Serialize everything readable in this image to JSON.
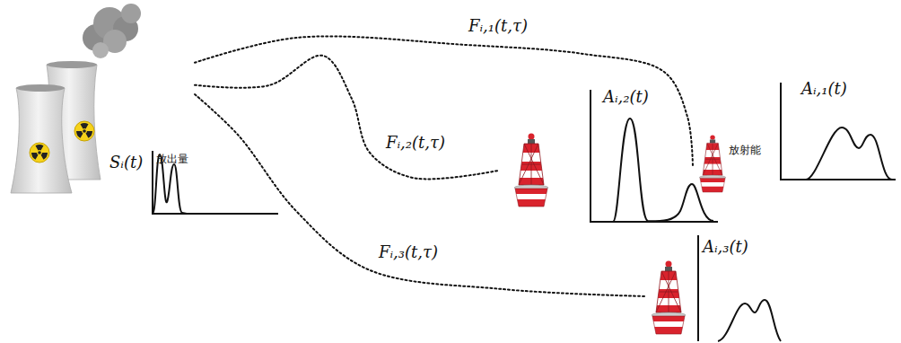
{
  "diagram": {
    "nodes": [
      {
        "text": [
          "Sᵢ(t)",
          "放出量"
        ]
      },
      {
        "text": [
          "Aᵢ,₁(t)",
          "放射能"
        ]
      },
      {
        "text": [
          "Aᵢ,₂(t)"
        ]
      },
      {
        "text": [
          "Aᵢ,₃(t)"
        ]
      }
    ],
    "edges": [
      {
        "from": 0,
        "to": 1,
        "arrow": "none",
        "label": "Fᵢ,₁(t,τ)"
      },
      {
        "from": 0,
        "to": 2,
        "arrow": "none",
        "label": "Fᵢ,₂(t,τ)"
      },
      {
        "from": 0,
        "to": 3,
        "arrow": "none",
        "label": "Fᵢ,₃(t,τ)"
      }
    ]
  }
}
